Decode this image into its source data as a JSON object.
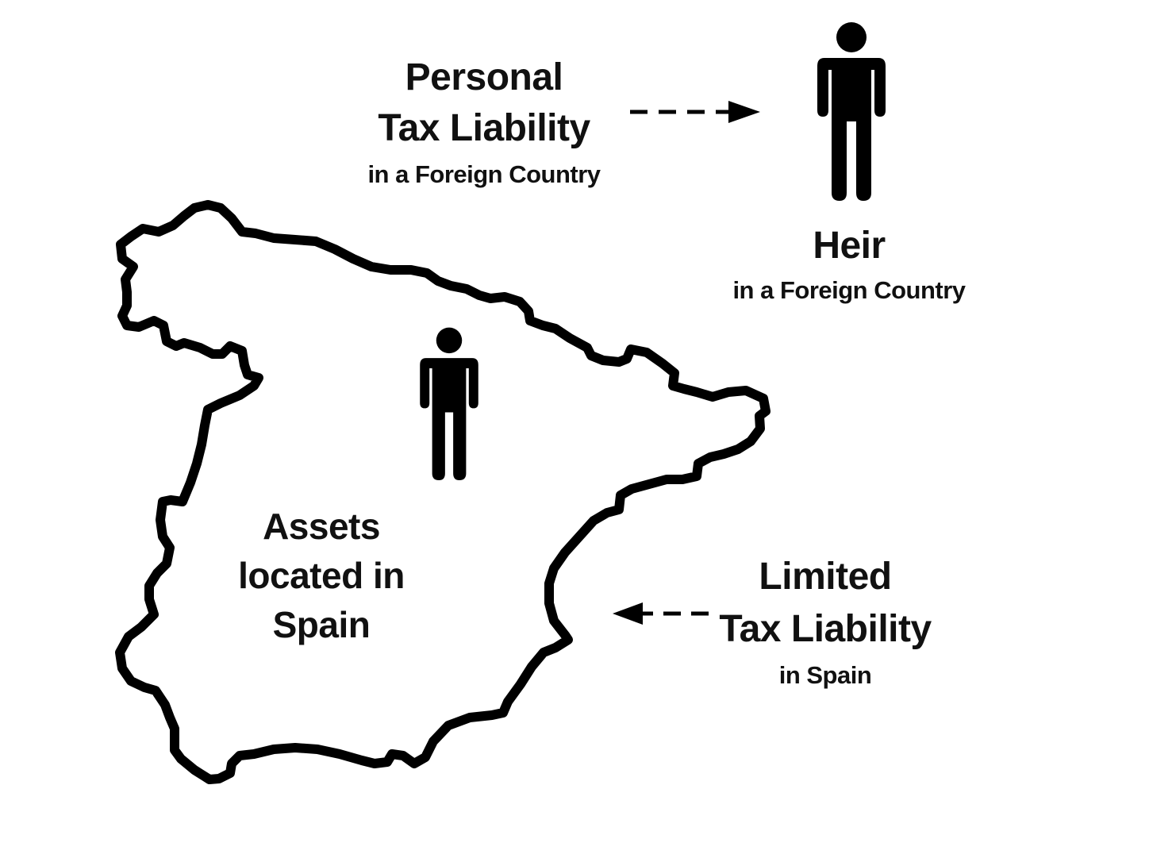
{
  "labels": {
    "personal": {
      "line1": "Personal",
      "line2": "Tax Liability",
      "line3": "in a Foreign Country"
    },
    "heir": {
      "line1": "Heir",
      "line2": "in a Foreign Country"
    },
    "assets": {
      "line1": "Assets",
      "line2": "located in",
      "line3": "Spain"
    },
    "limited": {
      "line1": "Limited",
      "line2": "Tax Liability",
      "line3": "in Spain"
    }
  },
  "icons": {
    "heir": "person-icon",
    "deceased": "person-icon",
    "map": "spain-map-outline",
    "arrow_right": "dashed-arrow-right",
    "arrow_left": "dashed-arrow-left"
  },
  "colors": {
    "ink": "#000000",
    "background": "#ffffff"
  }
}
